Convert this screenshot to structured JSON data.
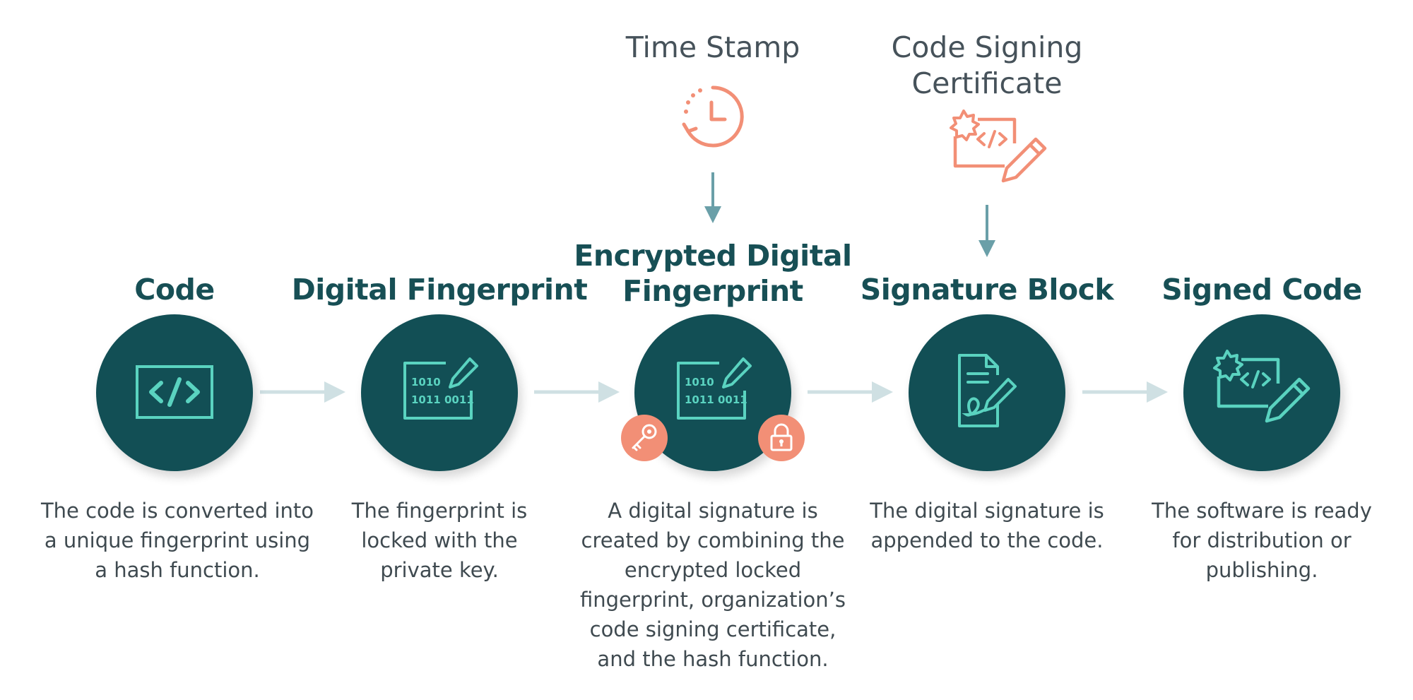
{
  "colors": {
    "teal_dark": "#124f55",
    "icon_teal": "#5ad3c0",
    "coral": "#f28f76",
    "arrow_light": "#cfe0e3",
    "arrow_dark": "#6a9fa8",
    "text": "#3f4a50"
  },
  "inputs": {
    "time_stamp": {
      "label": "Time Stamp",
      "icon": "clock-icon"
    },
    "certificate": {
      "label_line1": "Code Signing",
      "label_line2": "Certificate",
      "icon": "certificate-icon"
    }
  },
  "stages": [
    {
      "title": "Code",
      "icon": "code-icon",
      "description": [
        "The code is converted into",
        "a unique fingerprint using",
        "a hash function."
      ]
    },
    {
      "title": "Digital Fingerprint",
      "icon": "fingerprint-icon",
      "icon_text": [
        "1010",
        "1011 0011"
      ],
      "description": [
        "The fingerprint is",
        "locked with the",
        "private key."
      ]
    },
    {
      "title_line1": "Encrypted Digital",
      "title_line2": "Fingerprint",
      "icon": "fingerprint-icon",
      "icon_text": [
        "1010",
        "1011 0011"
      ],
      "badges": [
        "key-icon",
        "lock-icon"
      ],
      "description": [
        "A digital signature is",
        "created by combining the",
        "encrypted locked",
        "fingerprint, organization’s",
        "code signing certificate,",
        "and the hash function."
      ]
    },
    {
      "title": "Signature Block",
      "icon": "signature-document-icon",
      "description": [
        "The digital signature is",
        "appended to the code."
      ]
    },
    {
      "title": "Signed Code",
      "icon": "certificate-icon",
      "description": [
        "The software is ready",
        "for distribution or",
        "publishing."
      ]
    }
  ]
}
